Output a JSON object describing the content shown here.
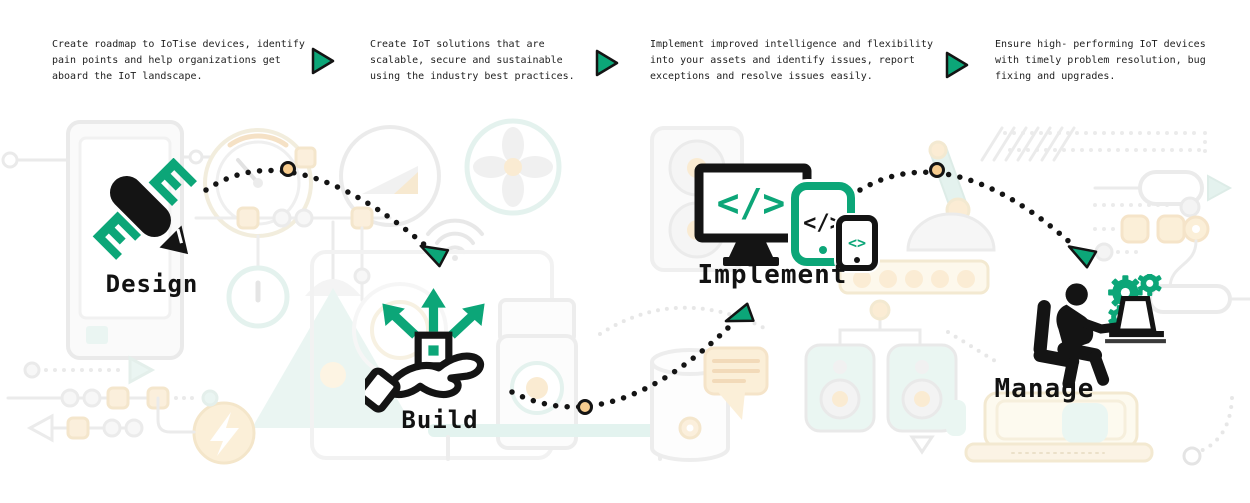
{
  "flow": {
    "steps": [
      {
        "label": "Design",
        "description": "Create roadmap to IoTise devices, identify pain points and help organizations get aboard the IoT landscape.",
        "icon": "pencil-brackets-icon"
      },
      {
        "label": "Build",
        "description": "Create IoT solutions that are scalable, secure and sustainable using the industry best practices.",
        "icon": "hand-gift-box-arrows-icon"
      },
      {
        "label": "Implement",
        "description": "Implement improved intelligence and flexibility into your assets and identify issues, report exceptions and resolve issues easily.",
        "icon": "devices-code-icon"
      },
      {
        "label": "Manage",
        "description": "Ensure high- performing IoT devices with timely problem resolution, bug fixing and upgrades.",
        "icon": "person-laptop-gears-icon"
      }
    ],
    "connectors": [
      {
        "from": "Design",
        "to": "Build",
        "style": "dotted-arc",
        "node": "orange-dot",
        "arrow": "green-triangle"
      },
      {
        "from": "Build",
        "to": "Implement",
        "style": "dotted-arc",
        "node": "orange-dot",
        "arrow": "green-triangle"
      },
      {
        "from": "Implement",
        "to": "Manage",
        "style": "dotted-arc",
        "node": "orange-dot",
        "arrow": "green-triangle"
      }
    ],
    "code_glyphs": {
      "monitor": "</>",
      "tablet": "</>",
      "phone": "<>"
    }
  },
  "style": {
    "accent_green": "#0ca678",
    "ink": "#141414",
    "text_color": "#1f1f1f",
    "connector_node_fill": "#f8cd8f",
    "faded_gray": "#d9d9d9",
    "faded_teal": "#cfe8e1",
    "faded_peach": "#f8dfb6",
    "faded_cream": "#fdf3dd"
  }
}
